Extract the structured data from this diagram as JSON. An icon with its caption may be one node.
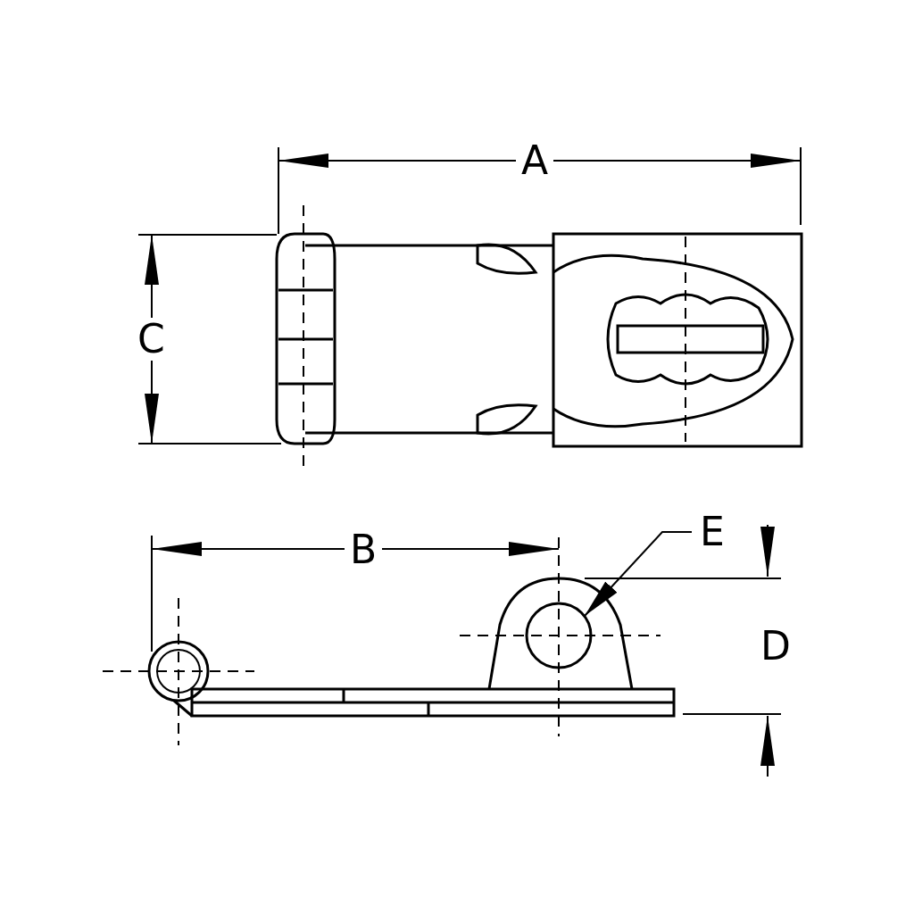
{
  "diagram": {
    "nodes": [
      {
        "text": [
          "E"
        ]
      },
      {
        "text": [],
        "shape": "circle"
      }
    ],
    "edges": [
      {
        "from": 0,
        "to": 1,
        "arrow": "to"
      }
    ],
    "labels": [
      "A",
      "C",
      "B",
      "D"
    ]
  }
}
